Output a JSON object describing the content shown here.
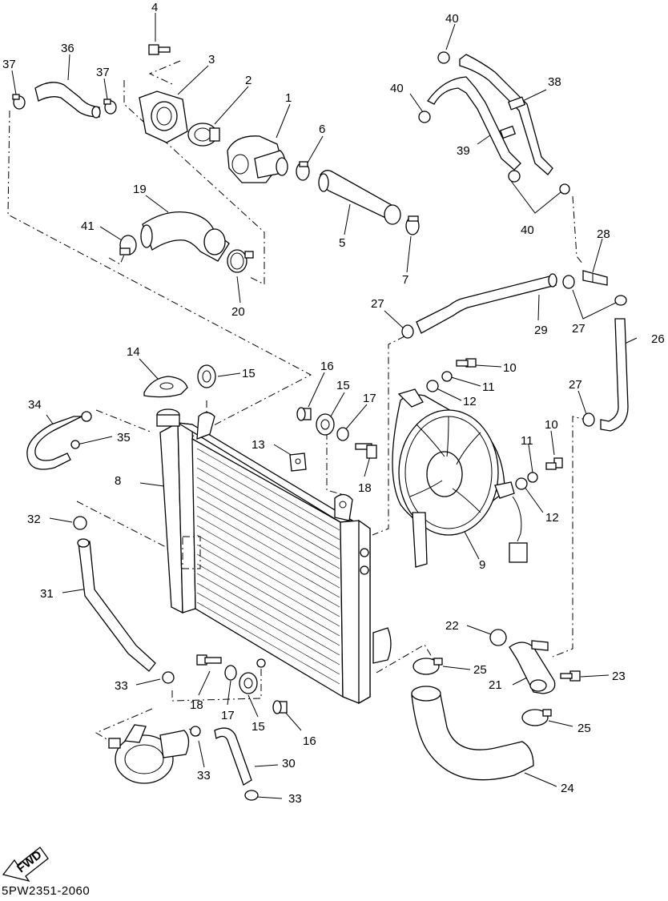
{
  "diagram": {
    "document_code": "5PW2351-2060",
    "fwd_label": "FWD",
    "callouts": [
      {
        "id": "c1",
        "text": "1"
      },
      {
        "id": "c2",
        "text": "2"
      },
      {
        "id": "c3",
        "text": "3"
      },
      {
        "id": "c4",
        "text": "4"
      },
      {
        "id": "c5",
        "text": "5"
      },
      {
        "id": "c6",
        "text": "6"
      },
      {
        "id": "c7",
        "text": "7"
      },
      {
        "id": "c8",
        "text": "8"
      },
      {
        "id": "c9",
        "text": "9"
      },
      {
        "id": "c10a",
        "text": "10"
      },
      {
        "id": "c10b",
        "text": "10"
      },
      {
        "id": "c11a",
        "text": "11"
      },
      {
        "id": "c11b",
        "text": "11"
      },
      {
        "id": "c12a",
        "text": "12"
      },
      {
        "id": "c12b",
        "text": "12"
      },
      {
        "id": "c13",
        "text": "13"
      },
      {
        "id": "c14",
        "text": "14"
      },
      {
        "id": "c15a",
        "text": "15"
      },
      {
        "id": "c15b",
        "text": "15"
      },
      {
        "id": "c15c",
        "text": "15"
      },
      {
        "id": "c16a",
        "text": "16"
      },
      {
        "id": "c16b",
        "text": "16"
      },
      {
        "id": "c17a",
        "text": "17"
      },
      {
        "id": "c17b",
        "text": "17"
      },
      {
        "id": "c18a",
        "text": "18"
      },
      {
        "id": "c18b",
        "text": "18"
      },
      {
        "id": "c19",
        "text": "19"
      },
      {
        "id": "c20",
        "text": "20"
      },
      {
        "id": "c21",
        "text": "21"
      },
      {
        "id": "c22",
        "text": "22"
      },
      {
        "id": "c23",
        "text": "23"
      },
      {
        "id": "c24",
        "text": "24"
      },
      {
        "id": "c25a",
        "text": "25"
      },
      {
        "id": "c25b",
        "text": "25"
      },
      {
        "id": "c26",
        "text": "26"
      },
      {
        "id": "c27a",
        "text": "27"
      },
      {
        "id": "c27b",
        "text": "27"
      },
      {
        "id": "c27c",
        "text": "27"
      },
      {
        "id": "c28",
        "text": "28"
      },
      {
        "id": "c29",
        "text": "29"
      },
      {
        "id": "c30",
        "text": "30"
      },
      {
        "id": "c31",
        "text": "31"
      },
      {
        "id": "c32",
        "text": "32"
      },
      {
        "id": "c33a",
        "text": "33"
      },
      {
        "id": "c33b",
        "text": "33"
      },
      {
        "id": "c33c",
        "text": "33"
      },
      {
        "id": "c33d",
        "text": "33"
      },
      {
        "id": "c34",
        "text": "34"
      },
      {
        "id": "c35",
        "text": "35"
      },
      {
        "id": "c36",
        "text": "36"
      },
      {
        "id": "c37a",
        "text": "37"
      },
      {
        "id": "c37b",
        "text": "37"
      },
      {
        "id": "c38",
        "text": "38"
      },
      {
        "id": "c39",
        "text": "39"
      },
      {
        "id": "c40a",
        "text": "40"
      },
      {
        "id": "c40b",
        "text": "40"
      },
      {
        "id": "c40c",
        "text": "40"
      },
      {
        "id": "c41",
        "text": "41"
      }
    ]
  }
}
